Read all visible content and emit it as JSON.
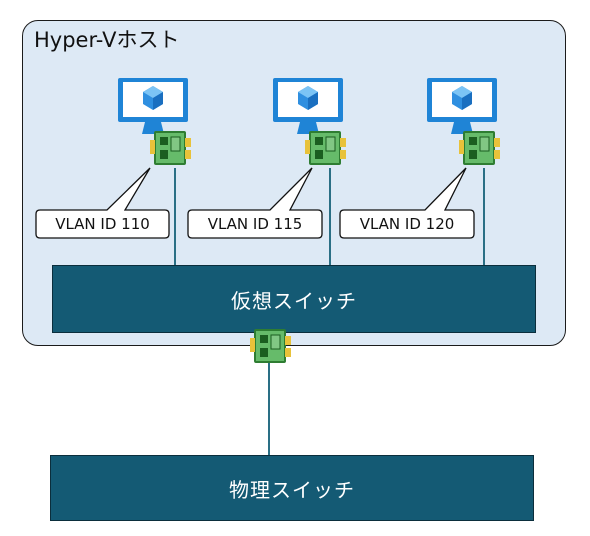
{
  "host": {
    "title": "Hyper-Vホスト"
  },
  "vms": [
    {
      "vlan_label": "VLAN ID 110"
    },
    {
      "vlan_label": "VLAN ID 115"
    },
    {
      "vlan_label": "VLAN ID 120"
    }
  ],
  "virtual_switch": {
    "label": "仮想スイッチ"
  },
  "physical_switch": {
    "label": "物理スイッチ"
  },
  "colors": {
    "host_fill": "#dde9f5",
    "switch_fill": "#145a74",
    "monitor_blue": "#1f84d6",
    "cube_blue": "#5bb3f0",
    "nic_green": "#4caf50",
    "nic_gold": "#e8c23a",
    "wire": "#2a6f85"
  },
  "icons": {
    "vm": "virtual-machine-monitor-icon",
    "nic": "network-adapter-icon"
  }
}
